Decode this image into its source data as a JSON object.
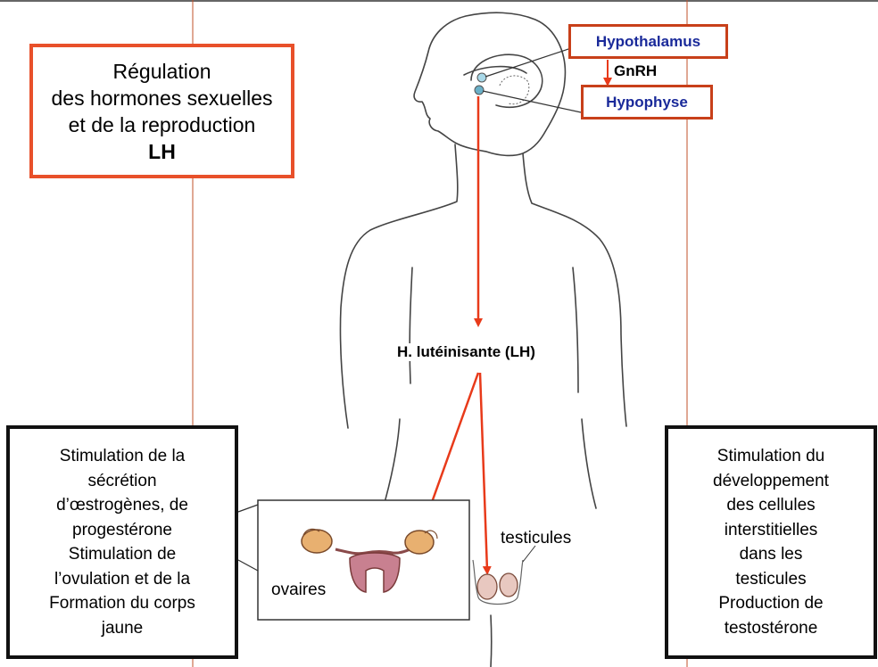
{
  "title": {
    "lines": [
      "Régulation",
      "des hormones sexuelles",
      "et de la reproduction",
      "LH"
    ]
  },
  "labels": {
    "hypothalamus": "Hypothalamus",
    "gnrh": "GnRH",
    "hypophyse": "Hypophyse",
    "lh": "H. lutéinisante (LH)",
    "ovaires": "ovaires",
    "testicules": "testicules"
  },
  "left_box": {
    "lines": [
      "Stimulation de la",
      "sécrétion",
      "d’œstrogènes, de",
      "progestérone",
      "Stimulation de",
      "l’ovulation et de la",
      "Formation du corps",
      "jaune"
    ]
  },
  "right_box": {
    "lines": [
      "Stimulation du",
      "développement",
      "des cellules",
      "interstitielles",
      "dans les",
      "testicules",
      "Production de",
      "testostérone"
    ]
  },
  "colors": {
    "accent": "#e8502a",
    "arrow": "#e83a1a",
    "label_text": "#1a2a9a",
    "guide_line": "#c0502a"
  }
}
